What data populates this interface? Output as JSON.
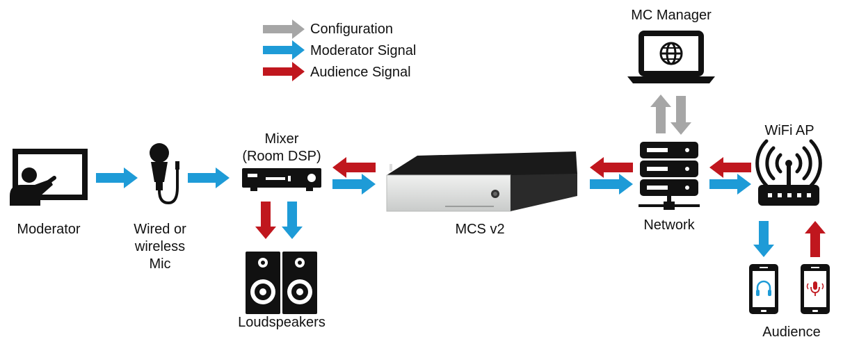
{
  "colors": {
    "configuration": "#a6a6a6",
    "moderator": "#1e9bd7",
    "audience": "#c0171e",
    "icon": "#111111",
    "device_silver": "#dcdedd"
  },
  "legend": {
    "configuration": "Configuration",
    "moderator": "Moderator Signal",
    "audience": "Audience Signal"
  },
  "nodes": {
    "moderator": {
      "label": "Moderator",
      "icon": "presenter-board-icon"
    },
    "mic": {
      "line1": "Wired or",
      "line2": "wireless",
      "line3": "Mic",
      "icon": "microphone-icon"
    },
    "mixer": {
      "line1": "Mixer",
      "line2": "(Room DSP)",
      "icon": "mixer-icon"
    },
    "loudspeakers": {
      "label": "Loudspeakers",
      "icon": "speaker-pair-icon"
    },
    "mcs": {
      "label": "MCS v2",
      "icon": "mcs-device-icon"
    },
    "network": {
      "label": "Network",
      "icon": "server-stack-icon"
    },
    "mc_manager": {
      "label": "MC Manager",
      "icon": "laptop-globe-icon"
    },
    "wifi_ap": {
      "label": "WiFi AP",
      "icon": "wifi-router-icon"
    },
    "audience": {
      "label": "Audience",
      "icon": "smartphone-icon"
    }
  }
}
